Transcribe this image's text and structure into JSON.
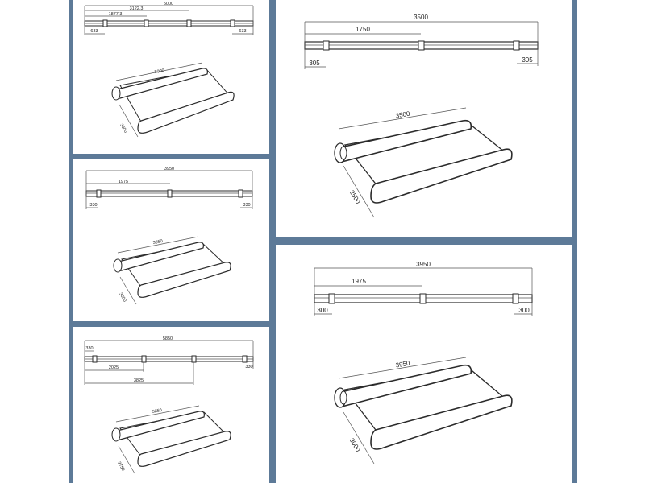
{
  "colors": {
    "frame": "#5d7a98",
    "line": "#2b2b2b",
    "background": "#ffffff"
  },
  "panels": [
    {
      "id": "awning-5000",
      "rail": {
        "total": "5000",
        "dim_a": "3122.3",
        "dim_b": "1877.3",
        "end_left": "633",
        "end_right": "633"
      },
      "awning": {
        "width": "5000",
        "projection": "3500"
      }
    },
    {
      "id": "awning-3950-small",
      "rail": {
        "total": "3950",
        "dim_a": "1975",
        "end_left": "330",
        "end_right": "330"
      },
      "awning": {
        "width": "3950",
        "projection": "3000"
      }
    },
    {
      "id": "awning-5850",
      "rail": {
        "total": "5850",
        "end_left": "330",
        "end_right": "330",
        "dim_a": "2025",
        "dim_b": "3825"
      },
      "awning": {
        "width": "5850",
        "projection": "3750"
      }
    },
    {
      "id": "awning-3500",
      "rail": {
        "total": "3500",
        "dim_a": "1750",
        "end_left": "305",
        "end_right": "305"
      },
      "awning": {
        "width": "3500",
        "projection": "2500"
      }
    },
    {
      "id": "awning-3950",
      "rail": {
        "total": "3950",
        "dim_a": "1975",
        "end_left": "300",
        "end_right": "300"
      },
      "awning": {
        "width": "3950",
        "projection": "3000"
      }
    }
  ]
}
